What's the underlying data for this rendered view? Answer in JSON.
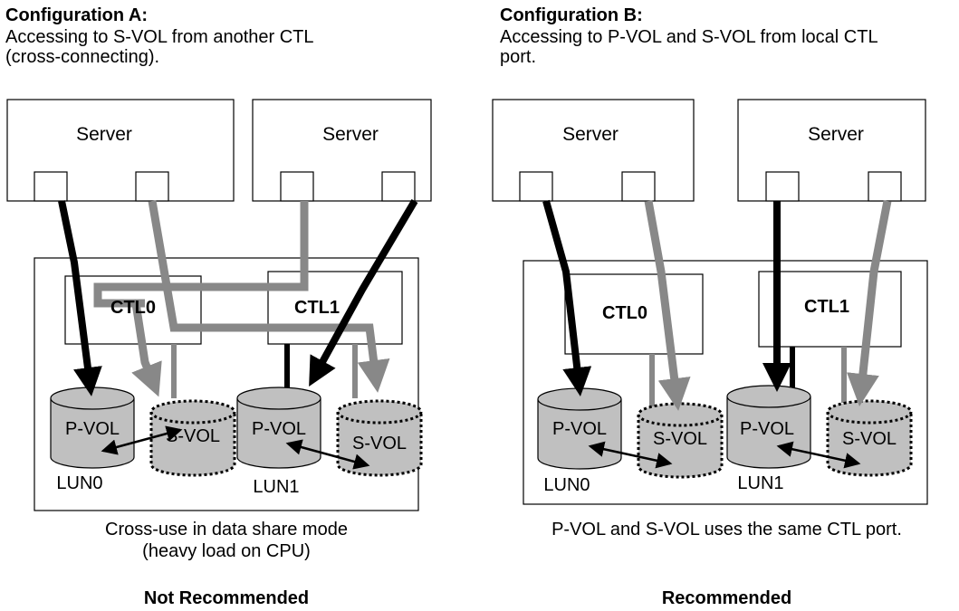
{
  "config_a": {
    "title": "Configuration A:",
    "desc_line1": "Accessing to S-VOL from another CTL",
    "desc_line2": "(cross-connecting).",
    "server_left": "Server",
    "server_right": "Server",
    "ctl0": "CTL0",
    "ctl1": "CTL1",
    "pvol0": "P-VOL",
    "svol0": "S-VOL",
    "pvol1": "P-VOL",
    "svol1": "S-VOL",
    "lun0": "LUN0",
    "lun1": "LUN1",
    "caption_line1": "Cross-use in data share mode",
    "caption_line2": "(heavy load on CPU)",
    "verdict": "Not Recommended"
  },
  "config_b": {
    "title": "Configuration B:",
    "desc_line1": "Accessing to P-VOL and S-VOL from local CTL",
    "desc_line2": "port.",
    "server_left": "Server",
    "server_right": "Server",
    "ctl0": "CTL0",
    "ctl1": "CTL1",
    "pvol0": "P-VOL",
    "svol0": "S-VOL",
    "pvol1": "P-VOL",
    "svol1": "S-VOL",
    "lun0": "LUN0",
    "lun1": "LUN1",
    "caption_line1": "P-VOL and S-VOL uses the same CTL port.",
    "verdict": "Recommended"
  },
  "colors": {
    "primary_path": "#000000",
    "secondary_path": "#888888",
    "volume_fill": "#c0c0c0"
  }
}
